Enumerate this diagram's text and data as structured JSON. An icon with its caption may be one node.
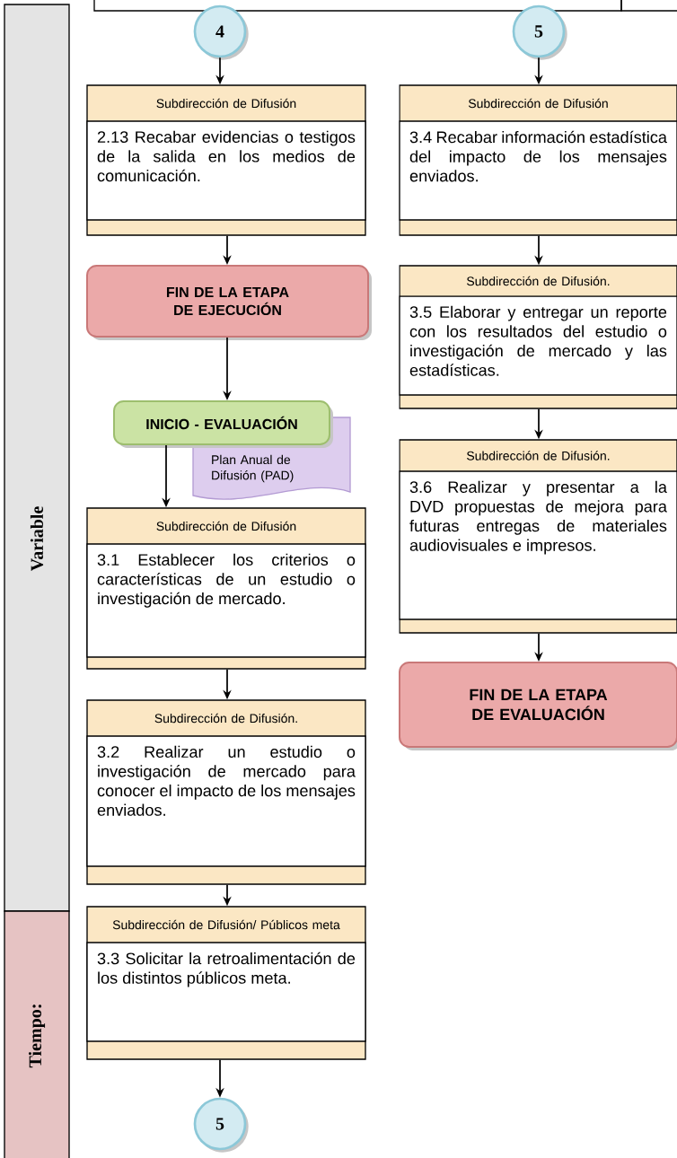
{
  "diagram": {
    "nodes": [
      {
        "text": [
          "Variable"
        ]
      },
      {
        "text": [
          "Tiempo:"
        ]
      },
      {
        "text": [],
        "shape": "box"
      },
      {
        "text": [],
        "shape": "box"
      },
      {
        "text": [
          "4"
        ]
      },
      {
        "text": [
          "5"
        ]
      },
      {
        "text": [
          "Subdirección de Difusión",
          "2.13 Recabar evidencias o testigos de la salida en los medios de comunicación."
        ]
      },
      {
        "text": [
          "Subdirección de Difusión",
          "3.4 Recabar información estadística del impacto de los mensajes enviados."
        ]
      },
      {
        "text": [
          "FIN DE LA ETAPA DE EJECUCIÓN"
        ]
      },
      {
        "text": [
          "Subdirección de Difusión.",
          "3.5 Elaborar y entregar un reporte con los resultados del estudio o investigación de mercado y las estadísticas."
        ]
      },
      {
        "text": [
          "INICIO - EVALUACIÓN"
        ]
      },
      {
        "text": [
          "Plan Anual de Difusión (PAD)"
        ]
      },
      {
        "text": [
          "Subdirección de Difusión",
          "3.1 Establecer los criterios o características de un estudio o investigación de mercado."
        ]
      },
      {
        "text": [
          "Subdirección de Difusión.",
          "3.6 Realizar y presentar a la DVD propuestas de mejora para futuras entregas de materiales audiovisuales e impresos."
        ]
      },
      {
        "text": [
          "FIN DE LA ETAPA DE EVALUACIÓN"
        ]
      },
      {
        "text": [
          "Subdirección de Difusión.",
          "3.2 Realizar un estudio o investigación de mercado para conocer el impacto de los mensajes enviados."
        ]
      },
      {
        "text": [
          "Subdirección de Difusión/ Públicos meta",
          "3.3 Solicitar la retroalimentación de los distintos públicos meta."
        ]
      },
      {
        "text": [
          "5"
        ]
      }
    ],
    "edges": [
      {
        "from": 4,
        "to": 6,
        "arrow": "to"
      },
      {
        "from": 5,
        "to": 7,
        "arrow": "to"
      },
      {
        "from": 6,
        "to": 8,
        "arrow": "to"
      },
      {
        "from": 7,
        "to": 9,
        "arrow": "to"
      },
      {
        "from": 8,
        "to": 10,
        "arrow": "to"
      },
      {
        "from": 9,
        "to": 13,
        "arrow": "to"
      },
      {
        "from": 10,
        "to": 12,
        "arrow": "to"
      },
      {
        "from": 13,
        "to": 14,
        "arrow": "to"
      },
      {
        "from": 12,
        "to": 15,
        "arrow": "to"
      },
      {
        "from": 15,
        "to": 16,
        "arrow": "to"
      },
      {
        "from": 16,
        "to": 17,
        "arrow": "to"
      }
    ]
  }
}
